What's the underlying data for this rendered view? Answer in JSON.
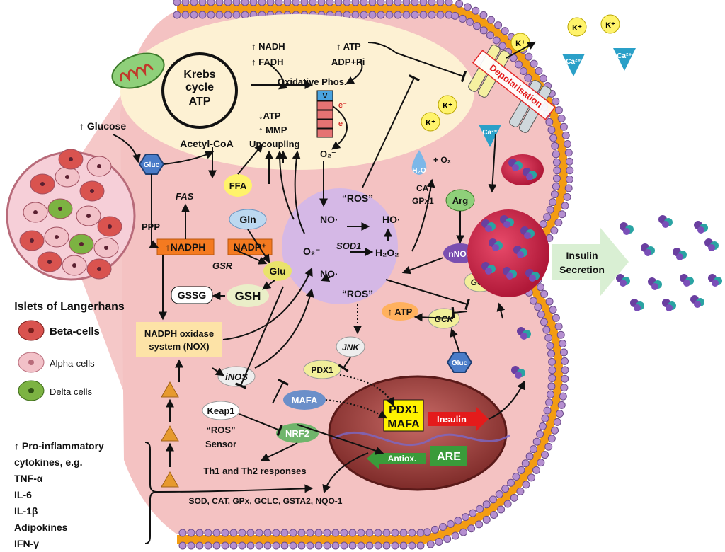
{
  "islets": {
    "title": "Islets of Langerhans",
    "legend": [
      {
        "label": "Beta-cells",
        "color": "#d9534f"
      },
      {
        "label": "Alpha-cells",
        "color": "#f2c1c8"
      },
      {
        "label": "Delta cells",
        "color": "#7cb342"
      }
    ]
  },
  "inputs": {
    "glucose": "↑ Glucose",
    "gluc": "Gluc",
    "ffa": "FFA",
    "ppp": "PPP",
    "fas": "FAS"
  },
  "mito": {
    "krebs_line1": "Krebs",
    "krebs_line2": "cycle",
    "krebs_atp": "ATP",
    "acetyl_coa": "Acetyl-CoA",
    "nadh": "↑ NADH",
    "fadh": "↑ FADH",
    "ox_phos": "Oxidative Phos.",
    "atp_up": "↑ ATP",
    "adp_pi": "ADP+Pi",
    "atp_down": "↓ATP",
    "mmp": "↑ MMP",
    "uncoupling": "Uncoupling",
    "complex_v": "V",
    "electron": "e⁻",
    "o2_minus": "O₂⁻"
  },
  "ros": {
    "ros_top": "“ROS”",
    "ros_bottom": "“ROS”",
    "no1": "NO·",
    "no2": "NO·",
    "ho": "HO·",
    "sod1": "SOD1",
    "o2m": "O₂⁻",
    "h2o2": "H₂O₂"
  },
  "antioxidant": {
    "gln": "Gln",
    "glu": "Glu",
    "gsh": "GSH",
    "gssg": "GSSG",
    "gsr": "GSR",
    "nadph": "↑NADPH",
    "nadp": "NADP⁺",
    "nox": "NADPH oxidase system (NOX)",
    "inos": "iNOS",
    "keap1": "Keap1",
    "ros_sensor1": "“ROS”",
    "ros_sensor2": "Sensor",
    "cat": "CAT",
    "gpx1": "GPx1",
    "h2o": "H₂O",
    "plus_o2": "+ O₂",
    "arg": "Arg",
    "nnos": "nNOS",
    "gck1": "GCK",
    "gck2": "GCK",
    "atp_up": "↑ ATP",
    "gluc2": "Gluc",
    "jnk": "JNK",
    "pdx1_small": "PDX1",
    "mafa_small": "MAFA",
    "nrf2": "NRF2",
    "th_responses": "Th1 and Th2 responses",
    "genes": "SOD, CAT, GPx, GCLC, GSTA2, NQO-1"
  },
  "nucleus": {
    "pdx1": "PDX1",
    "mafa": "MAFA",
    "insulin": "Insulin",
    "antiox": "Antiox.",
    "are": "ARE"
  },
  "membrane": {
    "depolarisation": "Depolarisation",
    "k": "K⁺",
    "ca": "Ca²⁺"
  },
  "secretion": {
    "label1": "Insulin",
    "label2": "Secretion"
  },
  "cytokines": {
    "lines": [
      "↑ Pro-inflammatory",
      "cytokines, e.g.",
      "TNF-α",
      "IL-6",
      "IL-1β",
      "Adipokines",
      "IFN-γ"
    ]
  },
  "colors": {
    "cytoplasm": "#f4c2c2",
    "mito": "#fdf1d3",
    "ros_circle": "#d5b8e6",
    "membrane_head": "#9b6bb8",
    "membrane_tail": "#f39c12",
    "nucleus": "#a8423f",
    "nadph": "#f47a20",
    "nox_box": "#fde3a7",
    "secretion_arrow": "#d9efd3"
  }
}
